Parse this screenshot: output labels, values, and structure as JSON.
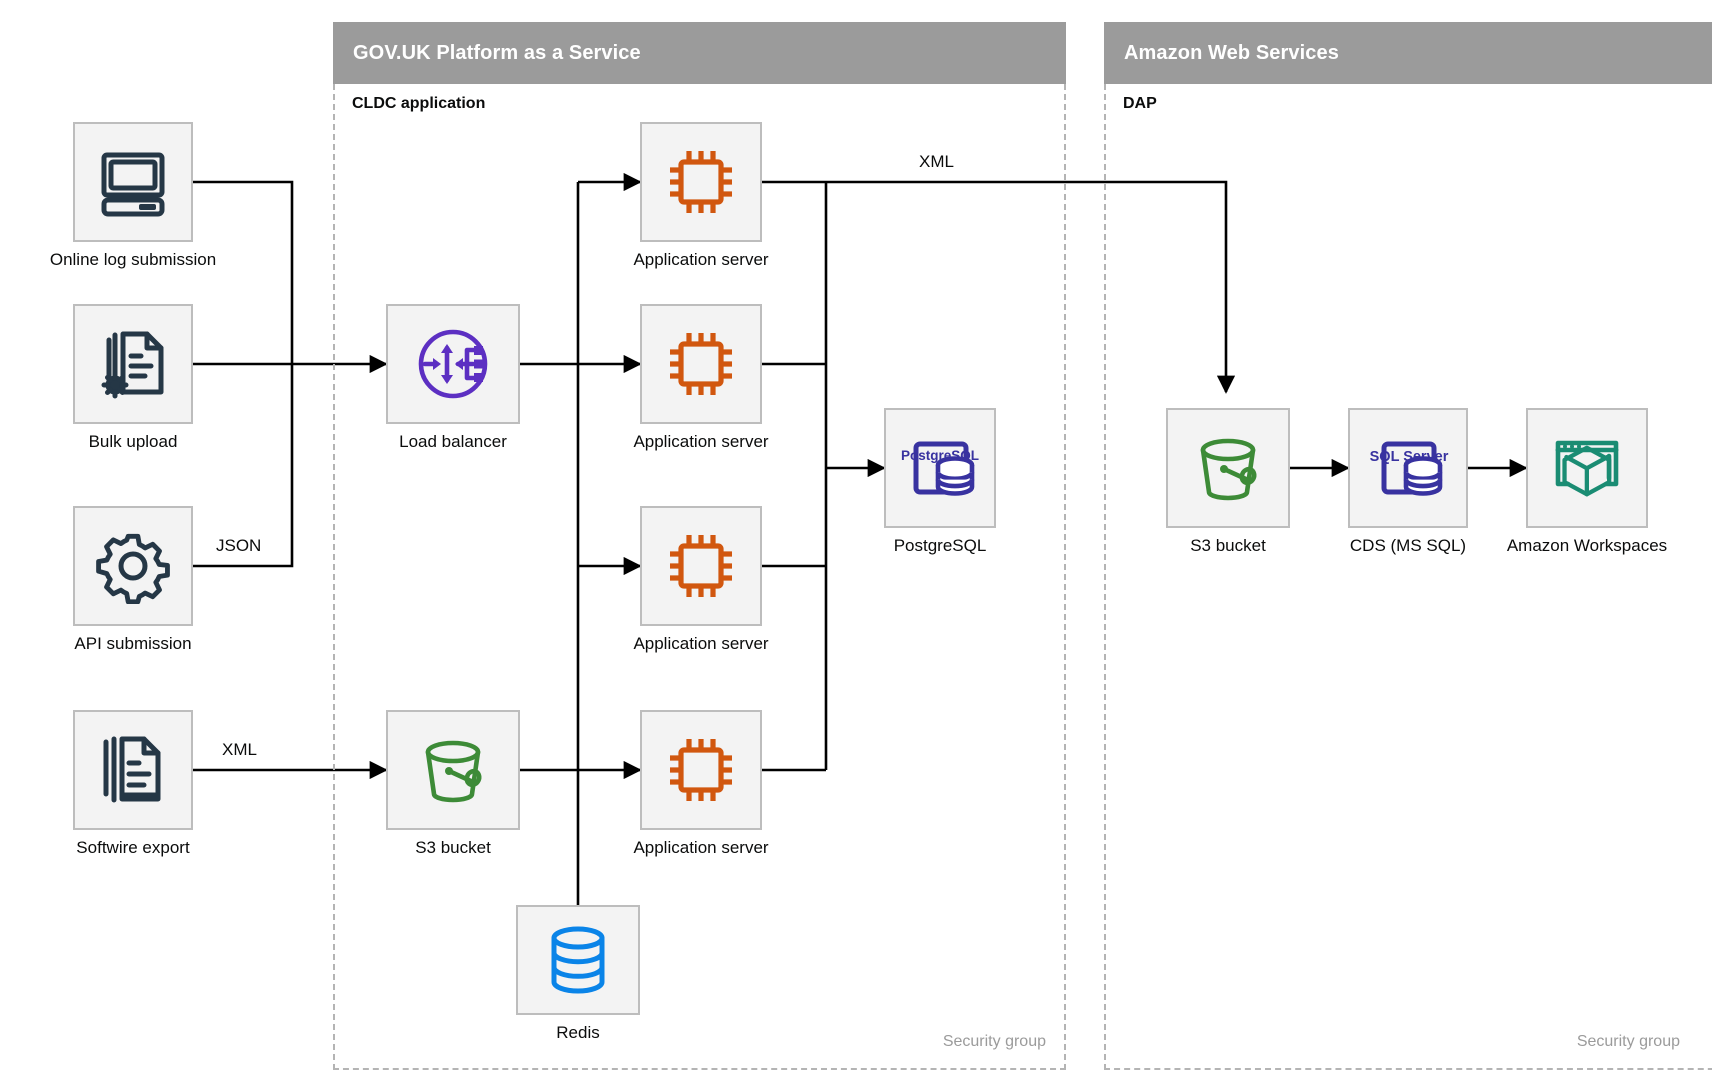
{
  "groups": [
    {
      "id": "paas",
      "title": "GOV.UK Platform as a Service",
      "sublabel": "CLDC application",
      "security_label": "Security group"
    },
    {
      "id": "aws",
      "title": "Amazon Web Services",
      "sublabel": "DAP",
      "security_label": "Security group"
    }
  ],
  "nodes": {
    "online_log": {
      "label": "Online log submission",
      "icon": "desktop-computer-icon",
      "color": "#253746"
    },
    "bulk_upload": {
      "label": "Bulk upload",
      "icon": "document-gear-icon",
      "color": "#253746"
    },
    "api_submission": {
      "label": "API submission",
      "icon": "gear-icon",
      "color": "#253746"
    },
    "softwire_export": {
      "label": "Softwire export",
      "icon": "documents-stack-icon",
      "color": "#253746"
    },
    "load_balancer": {
      "label": "Load balancer",
      "icon": "load-balancer-icon",
      "color": "#5c2fc2"
    },
    "app_server_1": {
      "label": "Application server",
      "icon": "cpu-chip-icon",
      "color": "#d1570f"
    },
    "app_server_2": {
      "label": "Application server",
      "icon": "cpu-chip-icon",
      "color": "#d1570f"
    },
    "app_server_3": {
      "label": "Application server",
      "icon": "cpu-chip-icon",
      "color": "#d1570f"
    },
    "app_server_4": {
      "label": "Application server",
      "icon": "cpu-chip-icon",
      "color": "#d1570f"
    },
    "postgresql": {
      "label": "PostgreSQL",
      "icon": "postgresql-icon",
      "icon_text": "PostgreSQL",
      "color": "#3832a0"
    },
    "paas_s3": {
      "label": "S3 bucket",
      "icon": "s3-bucket-icon",
      "color": "#3d8b37"
    },
    "redis": {
      "label": "Redis",
      "icon": "database-cylinder-icon",
      "color": "#0a84e8"
    },
    "aws_s3": {
      "label": "S3 bucket",
      "icon": "s3-bucket-icon",
      "color": "#3d8b37"
    },
    "cds": {
      "label": "CDS (MS SQL)",
      "icon": "sql-server-icon",
      "icon_text": "SQL Server",
      "color": "#3832a0"
    },
    "workspaces": {
      "label": "Amazon Workspaces",
      "icon": "amazon-workspaces-icon",
      "color": "#1a8c73"
    }
  },
  "edge_labels": {
    "json": "JSON",
    "xml_softwire": "XML",
    "xml_to_s3": "XML"
  },
  "colors": {
    "header_band": "#9b9b9b",
    "dashed_border": "#b4b4b4",
    "node_fill": "#f3f3f3",
    "node_border": "#bdbdbd",
    "edge": "#000000",
    "navy": "#253746",
    "purple": "#5c2fc2",
    "orange": "#d1570f",
    "indigo": "#3832a0",
    "green": "#3d8b37",
    "blue": "#0a84e8",
    "teal": "#1a8c73"
  }
}
